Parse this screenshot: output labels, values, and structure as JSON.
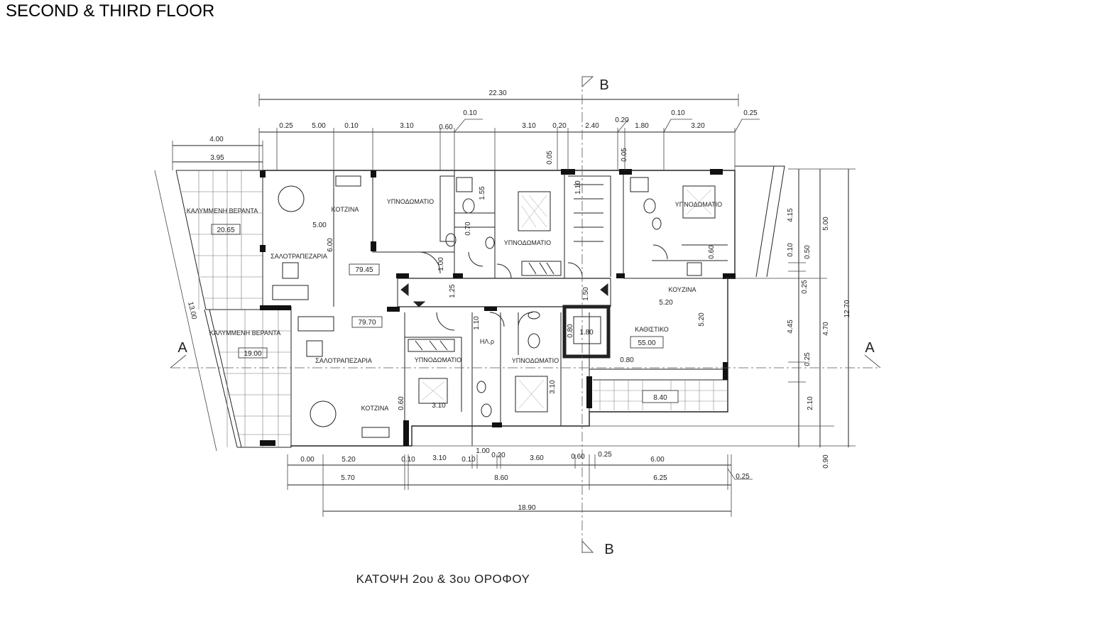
{
  "header": {
    "title": "SECOND & THIRD FLOOR"
  },
  "caption": "ΚΑΤΟΨΗ 2ου & 3ου ΟΡΟΦΟΥ",
  "section_markers": {
    "a_left": "A",
    "a_right": "A",
    "b_top": "B",
    "b_bottom": "B"
  },
  "rooms": {
    "veranda_top": "ΚΑΛΥΜΜΕΝΗ ΒΕΡΑΝΤΑ",
    "veranda_top_area": "20.65",
    "veranda_bottom": "ΚΑΛΥΜΜΕΝΗ ΒΕΡΑΝΤΑ",
    "veranda_bottom_area": "19.00",
    "kitchen_tl": "ΚΟΤΖΙΝΑ",
    "living_tl": "ΣΑΛΟΤΡΑΠΕΖΑΡΙΑ",
    "apt_tl_area": "79.45",
    "bedroom_t1": "ΥΠΝΟΔΩΜΑΤΙΟ",
    "bedroom_t2": "ΥΠΝΟΔΩΜΑΤΙΟ",
    "bedroom_tr": "ΥΠΝΟΔΩΜΑΤΙΟ",
    "kitchen_r": "ΚΟΥΖΙΝΑ",
    "living_r": "ΚΑΘΙΣΤΙΚΟ",
    "apt_r_area": "55.00",
    "balcony_r_area": "8.40",
    "living_bl": "ΣΑΛΟΤΡΑΠΕΖΑΡΙΑ",
    "kitchen_bl": "ΚΟΤΖΙΝΑ",
    "apt_bl_area": "79.70",
    "bedroom_b1": "ΥΠΝΟΔΩΜΑΤΙΟ",
    "bedroom_b2": "ΥΠΝΟΔΩΜΑΤΙΟ",
    "storage": "ΗΛ.ρ",
    "lift": "1.80"
  },
  "dims_top": {
    "total": "22.30",
    "r1": [
      "0.25",
      "5.00",
      "0.10",
      "3.10",
      "0.60",
      "3.10",
      "0.20",
      "2.40",
      "1.80",
      "3.20"
    ],
    "r0": [
      "0.10",
      "0.20",
      "0.10",
      "0.25"
    ],
    "left_a": "4.00",
    "left_b": "3.95"
  },
  "dims_bottom": {
    "r1": [
      "0.00",
      "5.20",
      "0.10",
      "3.10",
      "0.10",
      "1.00",
      "0.20",
      "3.60",
      "0.60",
      "0.25",
      "6.00"
    ],
    "r2": [
      "5.70",
      "8.60",
      "6.25",
      "0.25"
    ],
    "total": "18.90"
  },
  "dims_right": {
    "i1": [
      "4.15",
      "0.10",
      "0.25",
      "4.45",
      "0.25",
      "2.10"
    ],
    "i2": [
      "5.00",
      "0.50",
      "4.70",
      "0.90"
    ],
    "total": "12.70"
  },
  "dims_interior": {
    "d500": "5.00",
    "d600": "6.00",
    "d100": "1.00",
    "d125": "1.25",
    "d150": "1.50",
    "d110a": "1.10",
    "d110b": "1.10",
    "d005a": "0.05",
    "d005b": "0.05",
    "d155": "1.55",
    "d070": "0.70",
    "d060": "0.60",
    "d060b": "0.60",
    "d080a": "0.80",
    "d080b": "0.80",
    "d520a": "5.20",
    "d520b": "5.20",
    "d310a": "3.10",
    "d310b": "3.10",
    "d1300": "13.00"
  }
}
